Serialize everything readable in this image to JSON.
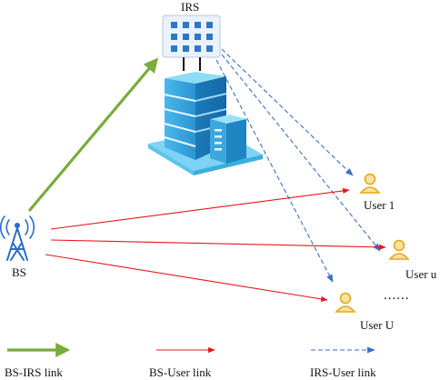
{
  "diagram": {
    "irs_label": "IRS",
    "bs_label": "BS",
    "users": [
      {
        "id": "user-1",
        "label": "User 1"
      },
      {
        "id": "user-u",
        "label": "User u"
      },
      {
        "id": "user-U",
        "label": "User U"
      }
    ],
    "ellipsis": "......",
    "legend": [
      {
        "id": "bs-irs",
        "label": "BS-IRS link",
        "style": "thick-green-arrow"
      },
      {
        "id": "bs-user",
        "label": "BS-User link",
        "style": "thin-red-arrow"
      },
      {
        "id": "irs-user",
        "label": "IRS-User link",
        "style": "dashed-blue-arrow"
      }
    ],
    "colors": {
      "bs_irs_link": "#7aab3c",
      "bs_user_link": "#e8161b",
      "irs_user_link": "#3b6fc4",
      "tower": "#2b6cc4",
      "user_icon": "#e6a817",
      "building": "#2fa0d8",
      "irs_panel": "#dde9f7"
    }
  }
}
